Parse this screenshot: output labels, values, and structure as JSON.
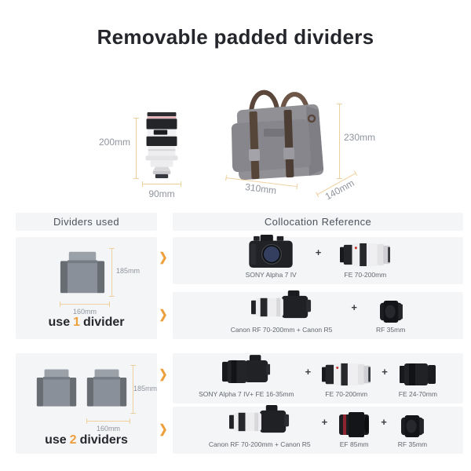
{
  "title": "Removable padded dividers",
  "size_figure": {
    "lens_height": "200mm",
    "lens_width": "90mm",
    "bag_height": "230mm",
    "bag_width": "310mm",
    "bag_depth": "140mm"
  },
  "headers": {
    "left": "Dividers used",
    "right": "Collocation Reference"
  },
  "rows": [
    {
      "usage": {
        "prefix": "use",
        "count": "1",
        "suffix": "divider"
      },
      "dims": {
        "height": "185mm",
        "width": "160mm"
      },
      "collocations": [
        {
          "items": [
            {
              "label": "SONY Alpha 7 IV"
            },
            {
              "label": "FE 70-200mm"
            }
          ]
        },
        {
          "items": [
            {
              "label": "Canon RF 70-200mm + Canon R5"
            },
            {
              "label": "RF 35mm"
            }
          ]
        }
      ]
    },
    {
      "usage": {
        "prefix": "use",
        "count": "2",
        "suffix": "dividers"
      },
      "dims": {
        "height": "185mm",
        "width": "160mm"
      },
      "collocations": [
        {
          "items": [
            {
              "label": "SONY Alpha 7 IV+ FE 16-35mm"
            },
            {
              "label": "FE 70-200mm"
            },
            {
              "label": "FE 24-70mm"
            }
          ]
        },
        {
          "items": [
            {
              "label": "Canon RF 70-200mm + Canon R5"
            },
            {
              "label": "EF 85mm"
            },
            {
              "label": "RF 35mm"
            }
          ]
        }
      ]
    }
  ],
  "icons": {
    "chevron": "❯",
    "plus": "+"
  },
  "colors": {
    "accent": "#ED9F3B",
    "dimension_line": "#EFCF9C",
    "card_bg": "#F4F5F7",
    "title_text": "#24262B",
    "label_text": "#62666E"
  }
}
